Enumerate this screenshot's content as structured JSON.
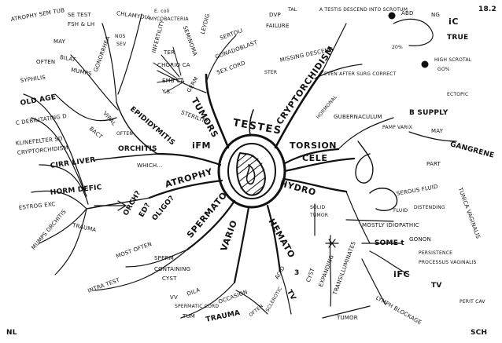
{
  "center": {
    "title": "TESTES"
  },
  "corner": {
    "date": "18.2",
    "bottom_left": "NL",
    "bottom_right": "SCH"
  },
  "upper_left": {
    "atrophy_sem_tub": "ATROPHY SEM TUB",
    "se_test": "SE TEST",
    "fsh_lh": "FSH & LH",
    "chlamydia": "CHLAMYDIA",
    "ecoli": "E. coli",
    "mycobacteria": "MYCOBACTERIA",
    "nos": "NOS",
    "sev": "SEV",
    "may": "MAY",
    "bilat": "BILAT",
    "often": "OFTEN",
    "mumps": "MUMPS",
    "syphilis": "SYPHILIS",
    "old_age": "OLD AGE",
    "c_debilitating_d": "C DEBILITATING D",
    "klinefelter_sd": "KLINEFELTER SD",
    "cryptorchidism": "CRYPTORCHIDISM",
    "cirr_liver": "CIRR LIVER",
    "horm_defic": "HORM DEFIC",
    "estrogen_exc": "ESTROG EXC",
    "trauma": "TRAUMA",
    "mumps_orchitis": "MUMPS ORCHITIS",
    "viral": "VIRAL",
    "bact": "BACT",
    "often_small": "OFTEN",
    "gonorrhea": "GONORRHEA",
    "epididymitis": "EPIDIDYMITIS",
    "orchitis": "ORCHITIS",
    "ifm": "iFM",
    "atrophy": "ATROPHY",
    "infertility": "INFERTILITY",
    "ed_dash": "ED?",
    "often_oligo": "OLIGO?",
    "which": "WHICH..."
  },
  "upper_center": {
    "seminoma_grp": "SEMINOMA",
    "leydig": "LEYDIG",
    "sertoli": "SERTOLI",
    "gonadoblast": "GONADOBLAST",
    "ter": "TER",
    "chorio_ca": "CHORIO CA",
    "emb_ca": "EMB CA",
    "ys": "Y.S.",
    "sex_cord": "SEX CORD",
    "germ": "GERM",
    "tumors": "TUMORS",
    "sterility": "STERILITY",
    "dvp": "DVP",
    "fail_failure": "FAILURE",
    "tal": "TAL"
  },
  "upper_right": {
    "testis_descend": "A TESTIS DESCEND INTO SCROTUM",
    "abd": "ABD",
    "ng": "NG",
    "ic": "iC",
    "true": "TRUE",
    "hight_scrotal": "HIGH SCROTAL",
    "go": "GO%",
    "ectopic": "ECTOPIC",
    "missing_descent": "MISSING DESCENT",
    "even_after_surg": "EVEN AFTER SURG CORRECT",
    "cryptorchidism": "CRYPTORCHIDISM",
    "hormonal": "HORMONAL",
    "sterility_right": "STER",
    "twenty": "20%"
  },
  "right": {
    "torsion": "TORSION",
    "cele": "CELE",
    "hydro": "HYDRO",
    "gubernaculum": "GUBERNACULUM",
    "supply": "B SUPPLY",
    "may": "MAY",
    "gangrene": "GANGRENE",
    "part": "PART",
    "pampiniform": "PAMP VARIX",
    "serous_fluid": "SEROUS FLUID",
    "distending": "DISTENDING",
    "tunica_vaginalis": "TUNICA VAGINALIS",
    "fluid": "FLUID",
    "mostly_idiopathic": "MOSTLY IDIOPATHIC",
    "some_t": "SOME t",
    "gonon": "GONON",
    "persistence": "PERSISTENCE",
    "processus_vaginalis": "PROCESSUS VAGINALIS",
    "ifc": "iFC",
    "tv": "TV",
    "penit_cav": "PERIT CAV",
    "lymph_blockage": "LYMPH BLOCKAGE",
    "tumor": "TUMOR",
    "solid": "SOLID",
    "tumor_small": "TUMOR",
    "cyst": "CYST",
    "expanding": "EXPANDING",
    "transilluminates": "TRANSILLUMINATES"
  },
  "lower": {
    "spermato": "SPERMATO",
    "hemato": "HEMATO",
    "vario": "VARIO",
    "most_often": "MOST OFTEN",
    "sperm": "SPERM",
    "containing": "CONTAINING",
    "cyst": "CYST",
    "sperm_cord": "SPERMATIC CORD",
    "tum": "TUM",
    "vv": "VV",
    "dila": "DILA",
    "occasion": "OCCASION",
    "trauma": "TRAUMA",
    "often": "OFTEN",
    "sclerotic": "SCLEROTIC",
    "acid": "ACID",
    "tv": "TV",
    "infra_test": "INTRA TEST",
    "three": "3",
    "orchitis": "ORCH?"
  }
}
